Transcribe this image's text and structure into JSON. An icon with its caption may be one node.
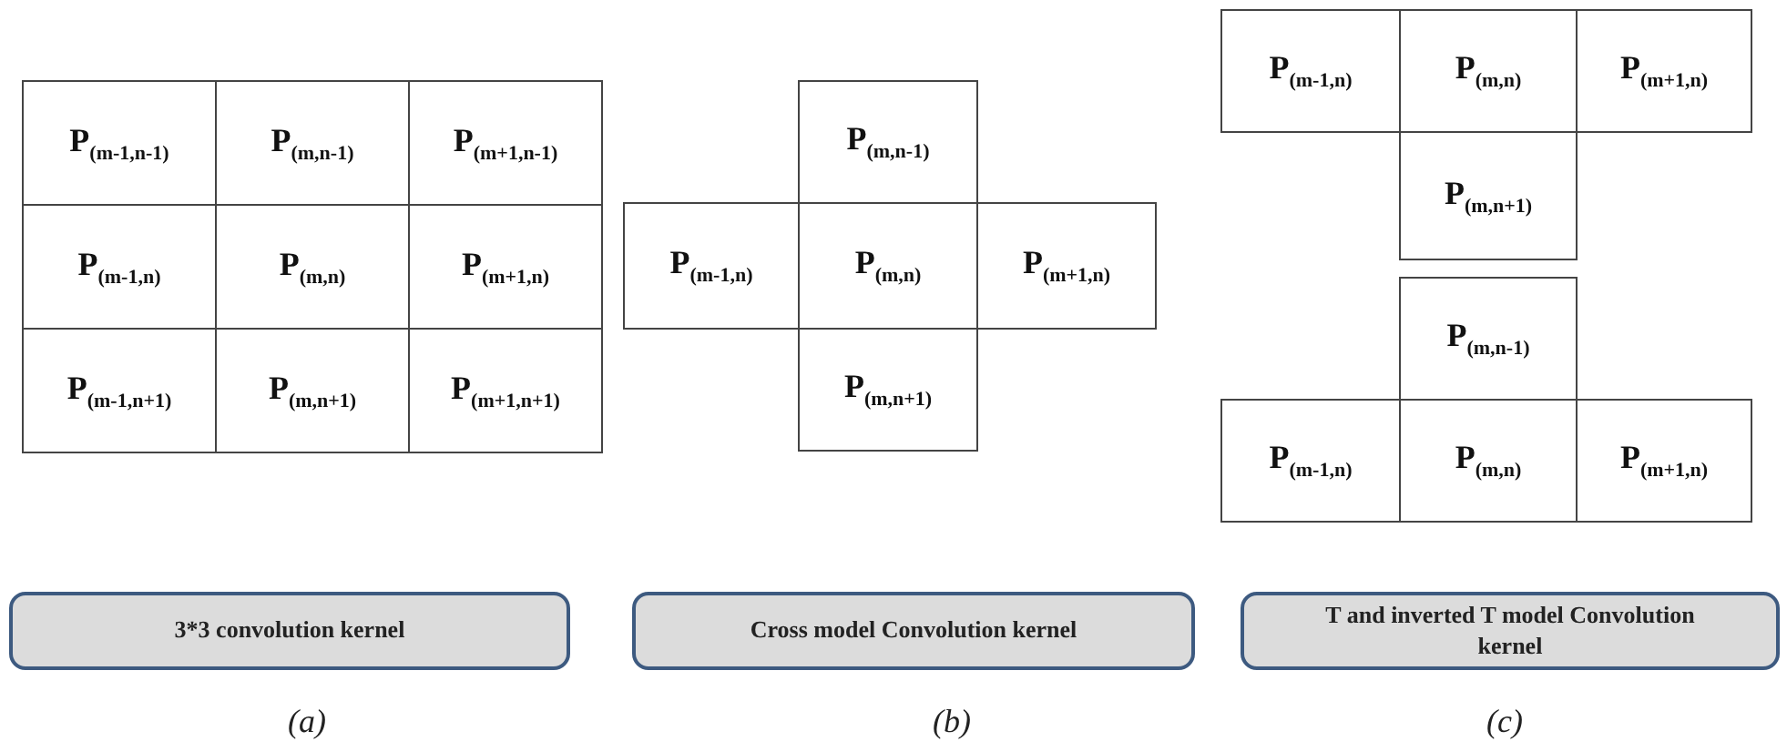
{
  "diagram": {
    "nodes": [
      {
        "text": [
          "P$_{(m-1,n-1)}$"
        ]
      },
      {
        "text": [
          "P$_{(m,n-1)}$"
        ]
      },
      {
        "text": [
          "P$_{(m+1,n-1)}$"
        ]
      },
      {
        "text": [
          "P$_{(m-1,n)}$"
        ]
      },
      {
        "text": [
          "P$_{(m,n)}$"
        ]
      },
      {
        "text": [
          "P$_{(m+1,n)}$"
        ]
      },
      {
        "text": [
          "P$_{(m-1,n+1)}$"
        ]
      },
      {
        "text": [
          "P$_{(m,n+1)}$"
        ]
      },
      {
        "text": [
          "P$_{(m+1,n+1)}$"
        ]
      },
      {
        "text": [
          "P$_{(m,n-1)}$"
        ]
      },
      {
        "text": [
          "P$_{(m-1,n)}$"
        ]
      },
      {
        "text": [
          "P$_{(m,n)}$"
        ]
      },
      {
        "text": [
          "P$_{(m+1,n)}$"
        ]
      },
      {
        "text": [
          "P$_{(m,n+1)}$"
        ]
      },
      {
        "text": [
          "P$_{(m-1,n)}$"
        ]
      },
      {
        "text": [
          "P$_{(m,n)}$"
        ]
      },
      {
        "text": [
          "P$_{(m+1,n)}$"
        ]
      },
      {
        "text": [
          "P$_{(m,n+1)}$"
        ]
      },
      {
        "text": [
          "P$_{(m,n-1)}$"
        ]
      },
      {
        "text": [
          "P$_{(m-1,n)}$"
        ]
      },
      {
        "text": [
          "P$_{(m,n)}$"
        ]
      },
      {
        "text": [
          "P$_{(m+1,n)}$"
        ]
      },
      {
        "text": [
          "3*3 convolution kernel"
        ]
      },
      {
        "text": [
          "Cross model Convolution kernel"
        ]
      },
      {
        "text": [
          "T and inverted T model Convolution kernel"
        ]
      }
    ],
    "labels": [
      "(a)",
      "(b)",
      "(c)"
    ]
  }
}
